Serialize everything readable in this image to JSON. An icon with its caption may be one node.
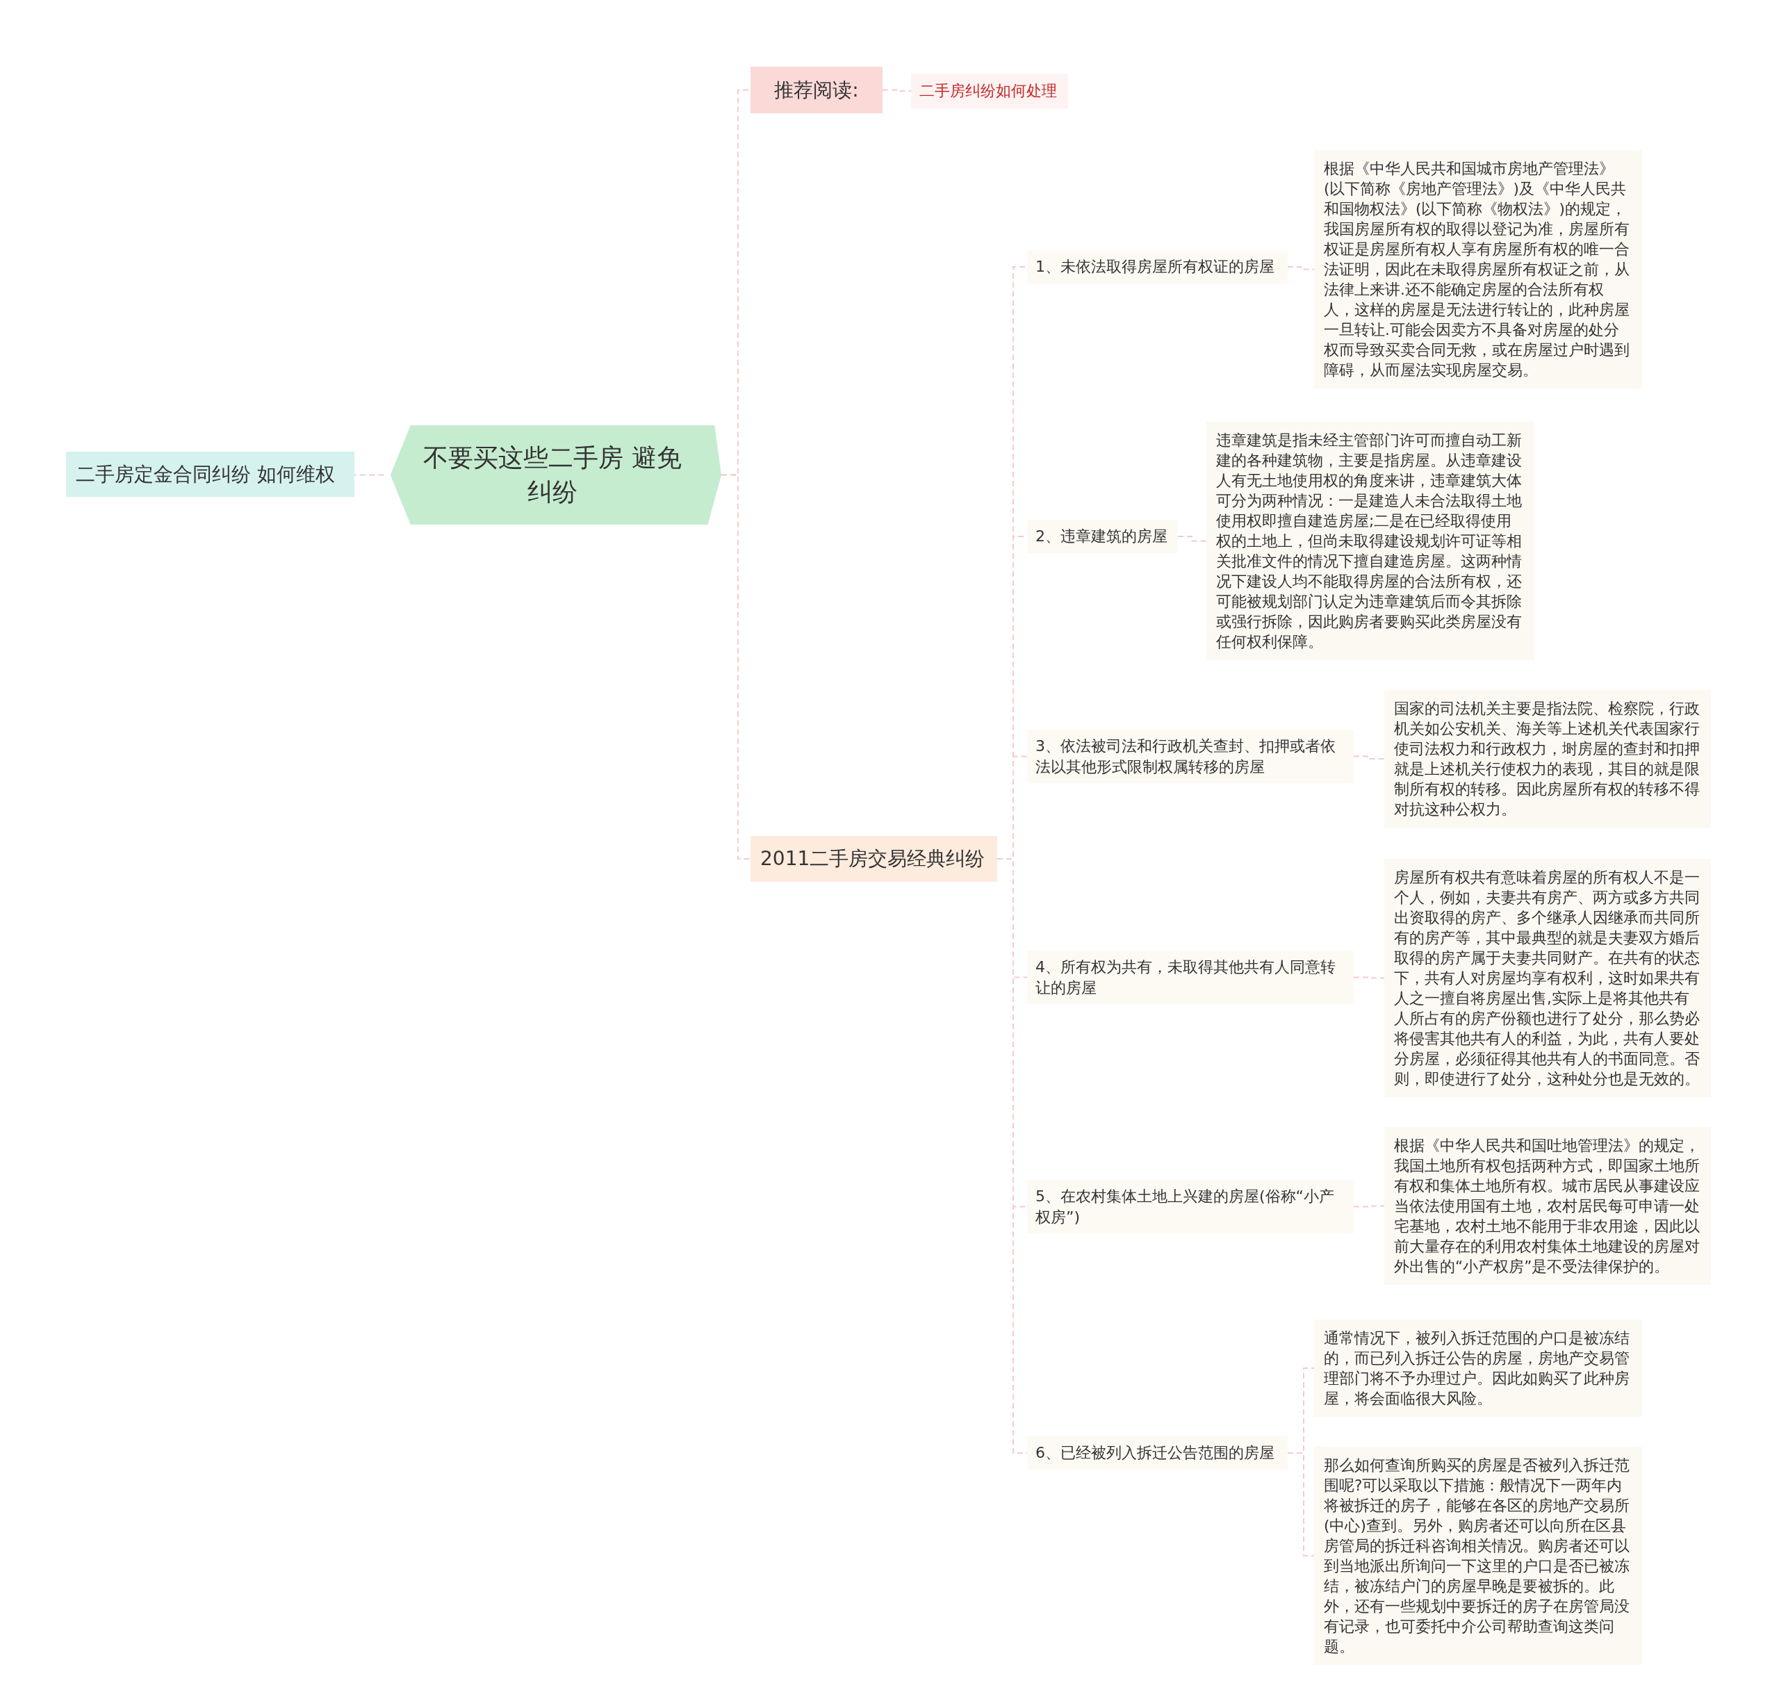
{
  "diagram": {
    "nodes": [
      {
        "text": [
          "不要买这些二手房 避免纠纷"
        ]
      },
      {
        "text": [
          "二手房定金合同纠纷 如何维权"
        ]
      },
      {
        "text": [
          "推荐阅读:"
        ]
      },
      {
        "text": [
          "二手房纠纷如何处理"
        ]
      },
      {
        "text": [
          "2011二手房交易经典纠纷"
        ]
      },
      {
        "text": [
          "1、未依法取得房屋所有权证的房屋"
        ]
      },
      {
        "text": [
          "根据《中华人民共和国城市房地产管理法》(以下简称《房地产管理法》)及《中华人民共和国物权法》(以下简称《物权法》)的规定，我国房屋所有权的取得以登记为准，房屋所有权证是房屋所有权人享有房屋所有权的唯一合法证明，因此在未取得房屋所有权证之前，从法律上来讲.还不能确定房屋的合法所有权人，这样的房屋是无法进行转让的，此种房屋一旦转让.可能会因卖方不具备对房屋的处分权而导致买卖合同无救，或在房屋过户时遇到障碍，从而屋法实现房屋交易。"
        ]
      },
      {
        "text": [
          "2、违章建筑的房屋"
        ]
      },
      {
        "text": [
          "违章建筑是指未经主管部门许可而擅自动工新建的各种建筑物，主要是指房屋。从违章建设人有无土地使用权的角度来讲，违章建筑大体可分为两种情况：一是建造人未合法取得土地使用权即擅自建造房屋;二是在已经取得使用权的土地上，但尚未取得建设规划许可证等相关批准文件的情况下擅自建造房屋。这两种情况下建设人均不能取得房屋的合法所有权，还可能被规划部门认定为违章建筑后而令其拆除或强行拆除，因此购房者要购买此类房屋没有任何权利保障。"
        ]
      },
      {
        "text": [
          "3、依法被司法和行政机关查封、扣押或者依法以其他形式限制权属转移的房屋"
        ]
      },
      {
        "text": [
          "国家的司法机关主要是指法院、检察院，行政机关如公安机关、海关等上述机关代表国家行使司法权力和行政权力，埘房屋的查封和扣押就是上述机关行使权力的表现，其目的就是限制所有权的转移。因此房屋所有权的转移不得对抗这种公权力。"
        ]
      },
      {
        "text": [
          "4、所有权为共有，未取得其他共有人同意转让的房屋"
        ]
      },
      {
        "text": [
          "房屋所有权共有意味着房屋的所有权人不是一个人，例如，夫妻共有房产、两方或多方共同出资取得的房产、多个继承人因继承而共同所有的房产等，其中最典型的就是夫妻双方婚后取得的房产属于夫妻共同财产。在共有的状态下，共有人对房屋均享有权利，这时如果共有人之一擅自将房屋出售,实际上是将其他共有人所占有的房产份额也进行了处分，那么势必将侵害其他共有人的利益，为此，共有人要处分房屋，必须征得其他共有人的书面同意。否则，即使进行了处分，这种处分也是无效的。"
        ]
      },
      {
        "text": [
          "5、在农村集体土地上兴建的房屋(俗称“小产权房”)"
        ]
      },
      {
        "text": [
          "根据《中华人民共和国吐地管理法》的规定，我国土地所有权包括两种方式，即国家土地所有权和集体土地所有权。城市居民从事建设应当依法使用国有土地，农村居民每可申请一处宅基地，农村土地不能用于非农用途，因此以前大量存在的利用农村集体土地建设的房屋对外出售的“小产权房”是不受法律保护的。"
        ]
      },
      {
        "text": [
          "6、已经被列入拆迁公告范围的房屋"
        ]
      },
      {
        "text": [
          "通常情况下，被列入拆迁范围的户口是被冻结的，而已列入拆迁公告的房屋，房地产交易管理部门将不予办理过户。因此如购买了此种房屋，将会面临很大风险。"
        ]
      },
      {
        "text": [
          "那么如何查询所购买的房屋是否被列入拆迁范围呢?可以采取以下措施：般情况下一两年内将被拆迁的房子，能够在各区的房地产交易所(中心)查到。另外，购房者还可以向所在区县房管局的拆迁科咨询相关情况。购房者还可以到当地派出所询问一下这里的户口是否已被冻结，被冻结户门的房屋早晚是要被拆的。此外，还有一些规划中要拆迁的房子在房管局没有记录，也可委托中介公司帮助查询这类问题。"
        ]
      }
    ],
    "edges": [
      {
        "from": 0,
        "to": 1,
        "arrow": "none",
        "style": "dashed"
      },
      {
        "from": 0,
        "to": 2,
        "arrow": "none",
        "style": "dashed"
      },
      {
        "from": 2,
        "to": 3,
        "arrow": "none",
        "style": "dashed"
      },
      {
        "from": 0,
        "to": 4,
        "arrow": "none",
        "style": "dashed"
      },
      {
        "from": 4,
        "to": 5,
        "arrow": "none",
        "style": "dashed"
      },
      {
        "from": 5,
        "to": 6,
        "arrow": "none",
        "style": "dashed"
      },
      {
        "from": 4,
        "to": 7,
        "arrow": "none",
        "style": "dashed"
      },
      {
        "from": 7,
        "to": 8,
        "arrow": "none",
        "style": "dashed"
      },
      {
        "from": 4,
        "to": 9,
        "arrow": "none",
        "style": "dashed"
      },
      {
        "from": 9,
        "to": 10,
        "arrow": "none",
        "style": "dashed"
      },
      {
        "from": 4,
        "to": 11,
        "arrow": "none",
        "style": "dashed"
      },
      {
        "from": 11,
        "to": 12,
        "arrow": "none",
        "style": "dashed"
      },
      {
        "from": 4,
        "to": 13,
        "arrow": "none",
        "style": "dashed"
      },
      {
        "from": 13,
        "to": 14,
        "arrow": "none",
        "style": "dashed"
      },
      {
        "from": 4,
        "to": 15,
        "arrow": "none",
        "style": "dashed"
      },
      {
        "from": 15,
        "to": 16,
        "arrow": "none",
        "style": "dashed"
      },
      {
        "from": 15,
        "to": 17,
        "arrow": "none",
        "style": "dashed"
      }
    ]
  }
}
